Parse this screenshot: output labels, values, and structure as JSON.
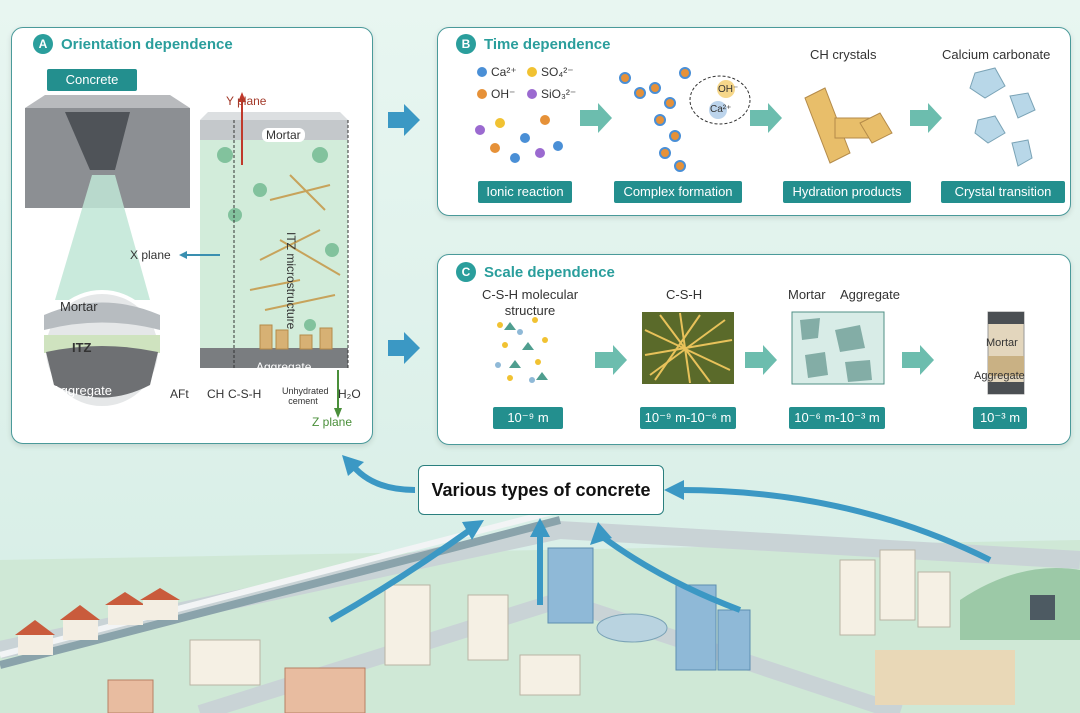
{
  "panel_a": {
    "badge": "A",
    "title": "Orientation dependence",
    "concrete_label": "Concrete",
    "mortar_label": "Mortar",
    "itz_label": "ITZ",
    "aggregate_label": "Aggregate",
    "y_plane": "Y plane",
    "x_plane": "X plane",
    "z_plane": "Z plane",
    "block_mortar": "Mortar",
    "block_aggregate": "Aggregate",
    "itz_micro": "ITZ microstructure",
    "legend": [
      "AFt",
      "CH",
      "C-S-H",
      "Unhydrated cement",
      "H₂O"
    ]
  },
  "panel_b": {
    "badge": "B",
    "title": "Time dependence",
    "ions": [
      "Ca²⁺",
      "SO₄²⁻",
      "OH⁻",
      "SiO₃²⁻"
    ],
    "ion_ca": "Ca²⁺",
    "complex_oh": "OH⁻",
    "complex_ca": "Ca²⁺",
    "ch_crystals": "CH crystals",
    "calcium_carbonate": "Calcium carbonate",
    "steps": [
      "Ionic reaction",
      "Complex formation",
      "Hydration products",
      "Crystal transition"
    ]
  },
  "panel_c": {
    "badge": "C",
    "title": "Scale dependence",
    "csh_molecular": "C-S-H molecular structure",
    "csh": "C-S-H",
    "mortar": "Mortar",
    "aggregate": "Aggregate",
    "sample_mortar": "Mortar",
    "sample_aggregate": "Aggregate",
    "scales": [
      "10⁻⁹ m",
      "10⁻⁹ m-10⁻⁶ m",
      "10⁻⁶ m-10⁻³ m",
      "10⁻³ m"
    ]
  },
  "central_label": "Various types of concrete",
  "colors": {
    "accent": "#2a9e9c",
    "tealbox": "#238f8e",
    "arrow": "#3b98c4"
  }
}
